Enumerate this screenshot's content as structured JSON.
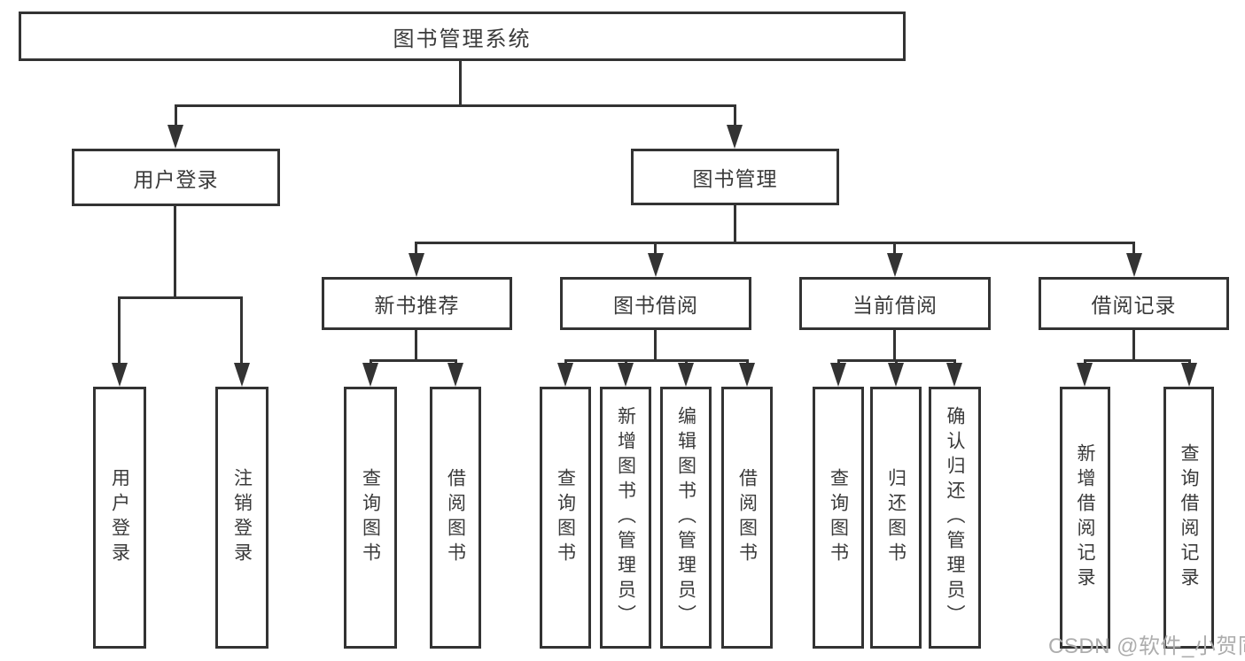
{
  "nodes": {
    "root": "图书管理系统",
    "level2": [
      "用户登录",
      "图书管理"
    ],
    "level3": [
      "新书推荐",
      "图书借阅",
      "当前借阅",
      "借阅记录"
    ],
    "user_login_children": [
      "用户登录",
      "注销登录"
    ],
    "new_book_children": [
      "查询图书",
      "借阅图书"
    ],
    "book_borrow_children": [
      "查询图书",
      "新增图书（管理员）",
      "编辑图书（管理员）",
      "借阅图书"
    ],
    "current_borrow_children": [
      "查询图书",
      "归还图书",
      "确认归还（管理员）"
    ],
    "borrow_record_children": [
      "新增借阅记录",
      "查询借阅记录"
    ]
  },
  "watermark": "CSDN @软件_小贺同学",
  "colors": {
    "line": "#333333",
    "text": "#3a3a3a",
    "background": "#ffffff",
    "watermark": "#adadad"
  }
}
